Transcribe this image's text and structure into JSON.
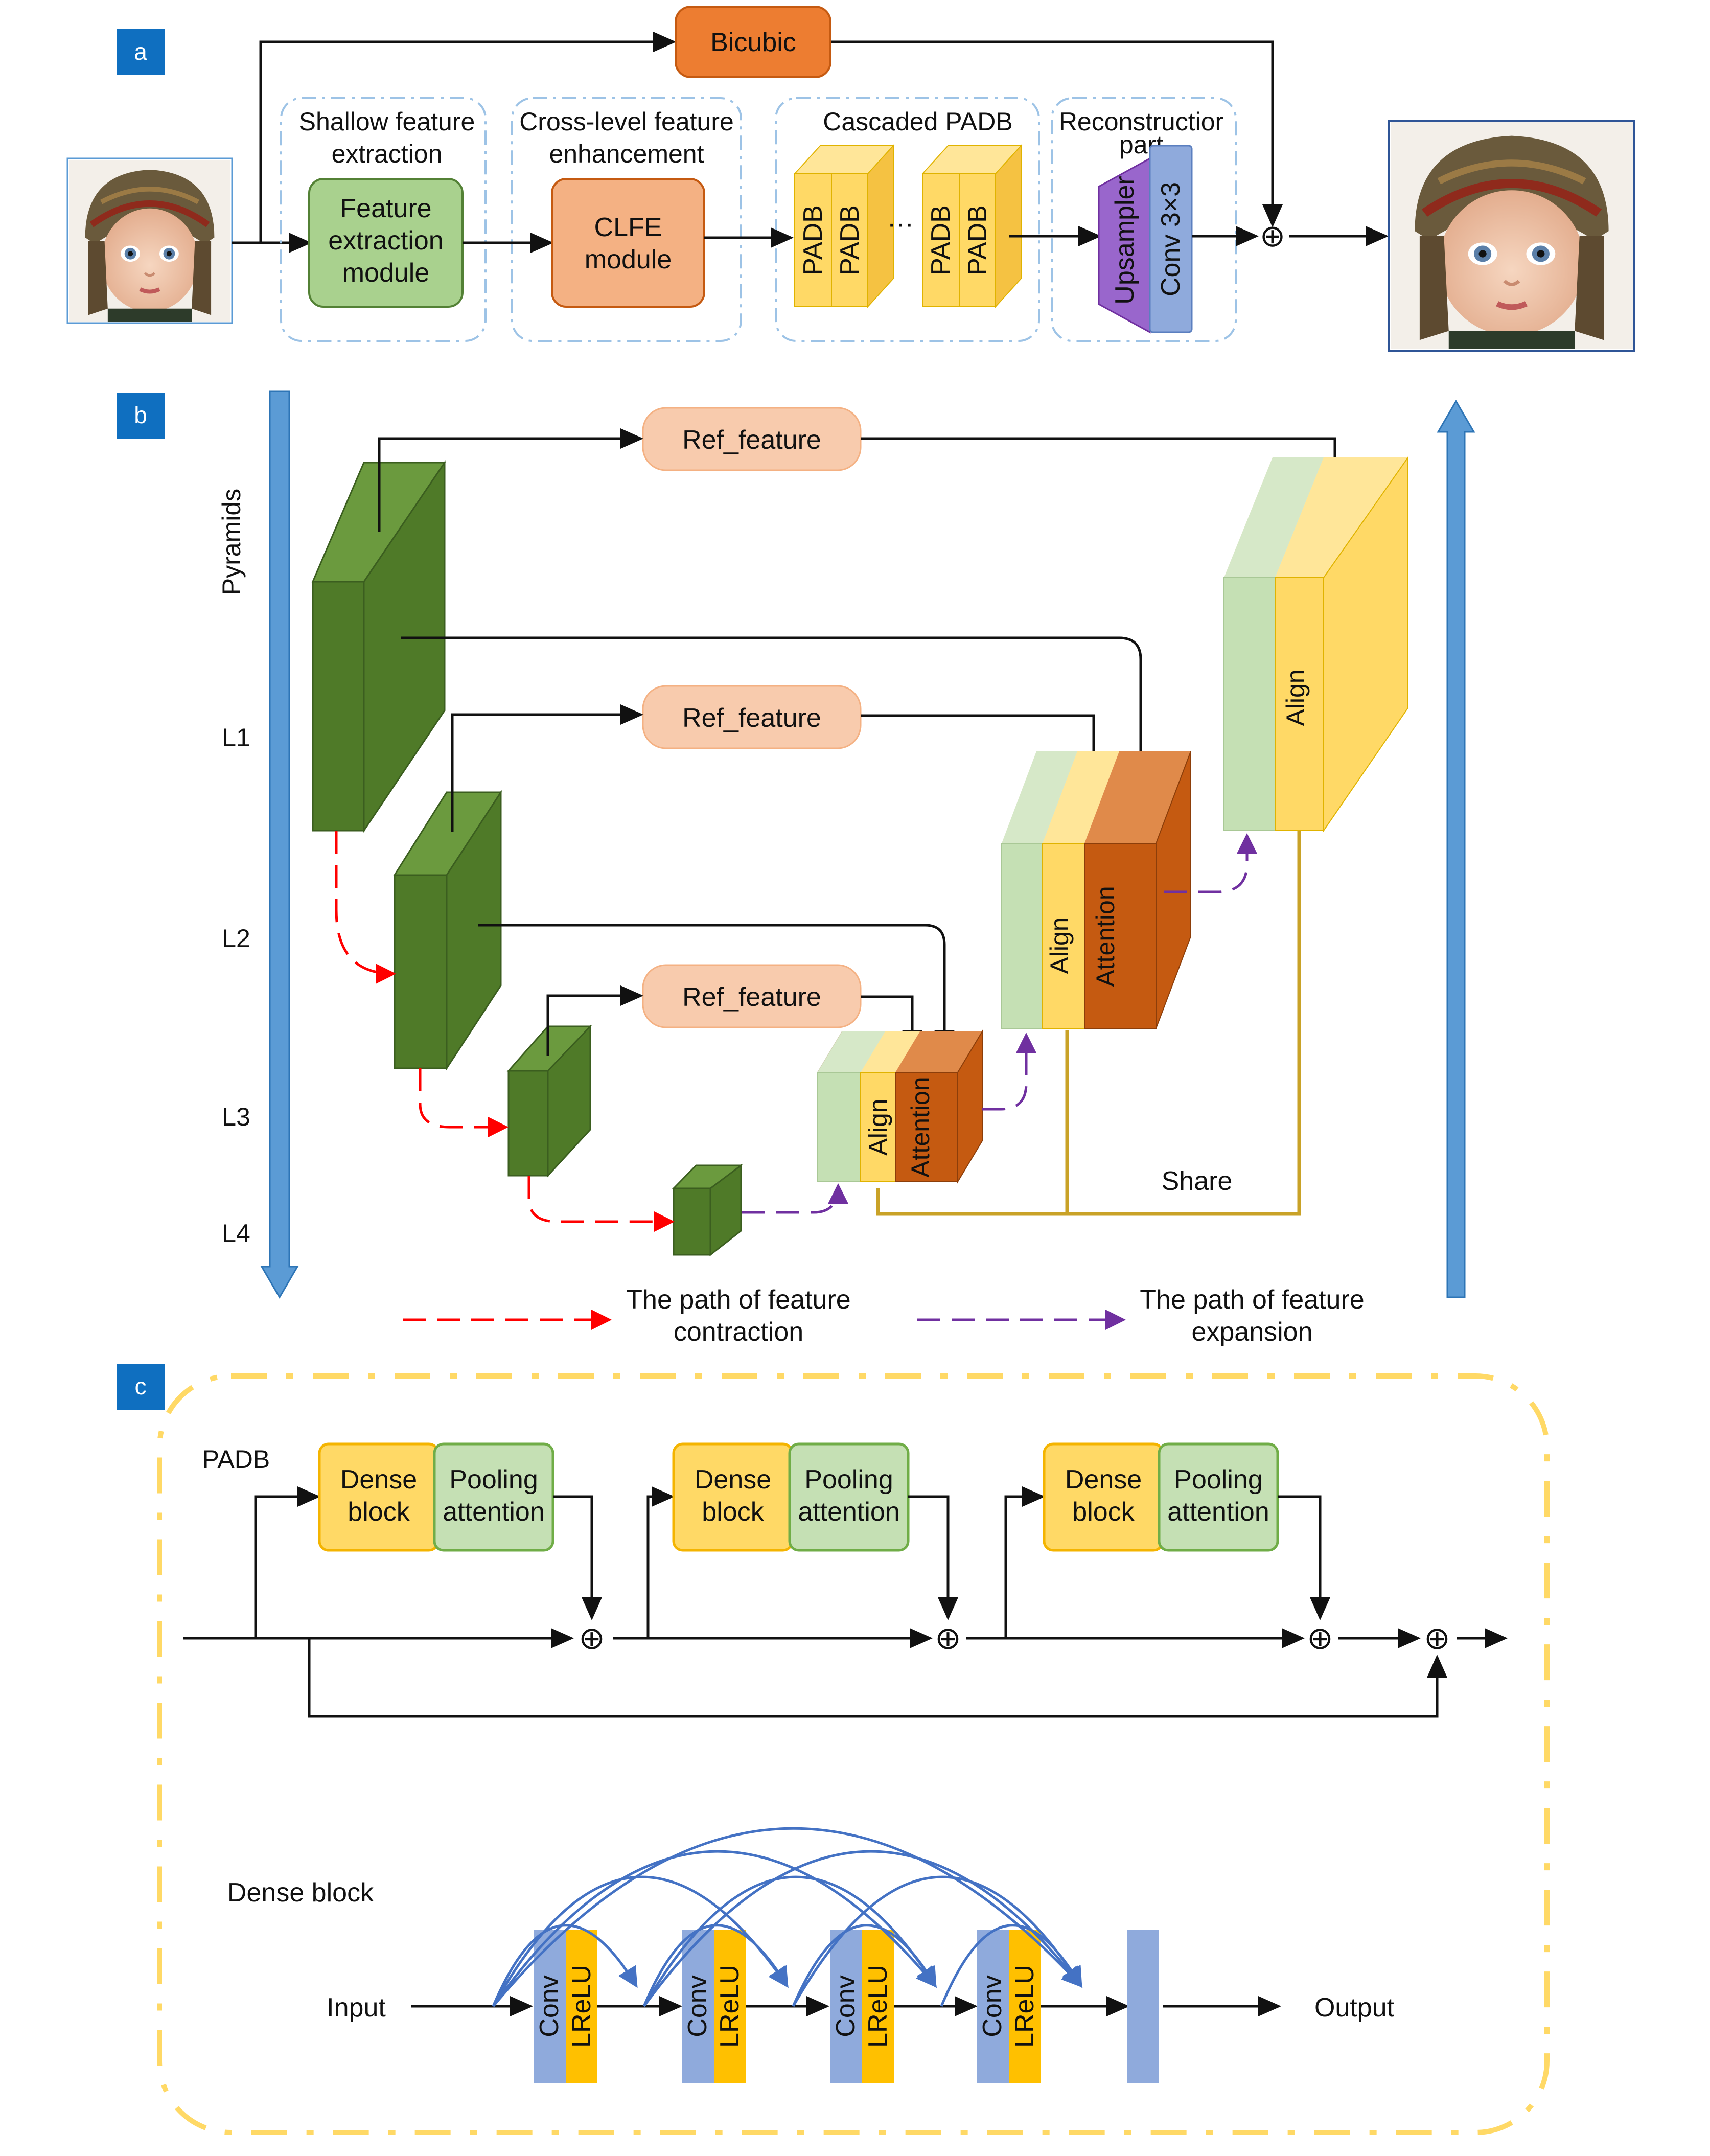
{
  "panels": {
    "a": "a",
    "b": "b",
    "c": "c"
  },
  "panel_a": {
    "bicubic": "Bicubic",
    "stage1_title": [
      "Shallow feature",
      "extraction"
    ],
    "feature_module": [
      "Feature",
      "extraction",
      "module"
    ],
    "stage2_title": [
      "Cross-level feature",
      "enhancement"
    ],
    "clfe_module": [
      "CLFE",
      "module"
    ],
    "stage3_title": "Cascaded PADB",
    "padb": "PADB",
    "ellipsis": "···",
    "stage4_title": [
      "Reconstructior",
      "part"
    ],
    "upsampler": "Upsampler",
    "conv": "Conv 3×3",
    "plus": "⊕"
  },
  "panel_b": {
    "pyramids": "Pyramids",
    "levels": [
      "L1",
      "L2",
      "L3",
      "L4"
    ],
    "ref_feature": "Ref_feature",
    "align": "Align",
    "attention": "Attention",
    "share": "Share",
    "legend_contraction": [
      "The path of feature",
      "contraction"
    ],
    "legend_expansion": [
      "The path of feature",
      "expansion"
    ]
  },
  "panel_c": {
    "padb": "PADB",
    "dense_block": [
      "Dense",
      "block"
    ],
    "pooling_attention": [
      "Pooling",
      "attention"
    ],
    "plus": "⊕",
    "dense_block_title": "Dense block",
    "input": "Input",
    "output": "Output",
    "conv": "Conv",
    "lrelu": "LReLU"
  },
  "colors": {
    "panel_tag": "#0f6fc0",
    "green_block": "#a9d18e",
    "orange_block": "#f4b183",
    "bicubic": "#ed7d31",
    "padb_yellow": "#ffd966",
    "upsampler_purple": "#9966cc",
    "conv_blue": "#8faadc",
    "dark_green": "#4f7a28",
    "attention_orange": "#c55a11",
    "light_green": "#c5e0b4",
    "ref_feature": "#f8cbad",
    "red_path": "#ff0000",
    "purple_path": "#7030a0",
    "share_gold": "#c9a227",
    "pyramid_arrow": "#5b9bd5",
    "dense_yellow": "#ffc000",
    "arc_blue": "#4472c4",
    "dashed_frame": "#ffd966"
  },
  "icons": [
    "face-photo-input",
    "face-photo-output",
    "add-circle-icon"
  ]
}
